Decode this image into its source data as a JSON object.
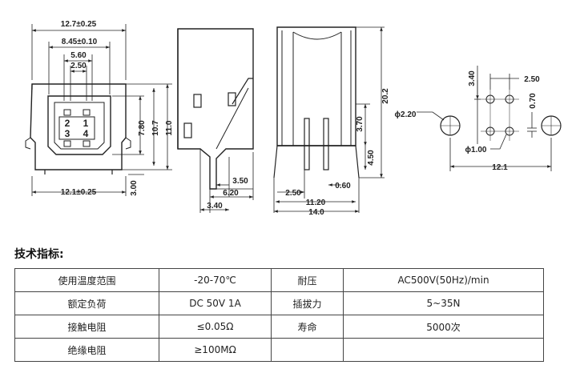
{
  "drawing": {
    "front_view": {
      "width_top": "12.7±0.25",
      "inner_width": "8.45±0.10",
      "pin_span_outer": "5.60",
      "pin_span_inner": "2.50",
      "pin_labels": [
        "2",
        "1",
        "3",
        "4"
      ],
      "width_bottom": "12.1±0.25",
      "height_body": "7.80",
      "height_mid": "10.7",
      "height_total": "11.0",
      "base_height": "3.00"
    },
    "side_view_left": {
      "dim_350": "3.50",
      "dim_620": "6.20",
      "dim_340": "3.40"
    },
    "side_view_right": {
      "height_total": "20.2",
      "height_370": "3.70",
      "height_450": "4.50",
      "dim_250": "2.50",
      "dim_060": "0.60",
      "dim_1120": "11.20",
      "dim_140": "14.0"
    },
    "pcb_layout": {
      "dim_340": "3.40",
      "dim_250": "2.50",
      "dim_070": "0.70",
      "hole_large": "ϕ2.20",
      "hole_small": "ϕ1.00",
      "dim_121": "12.1"
    }
  },
  "specs": {
    "title": "技术指标:",
    "rows": [
      [
        "使用温度范围",
        "-20-70℃",
        "耐压",
        "AC500V(50Hz)/min"
      ],
      [
        "额定负荷",
        "DC 50V 1A",
        "插拔力",
        "5~35N"
      ],
      [
        "接触电阻",
        "≤0.05Ω",
        "寿命",
        "5000次"
      ],
      [
        "绝缘电阻",
        "≥100MΩ",
        "",
        ""
      ]
    ]
  }
}
